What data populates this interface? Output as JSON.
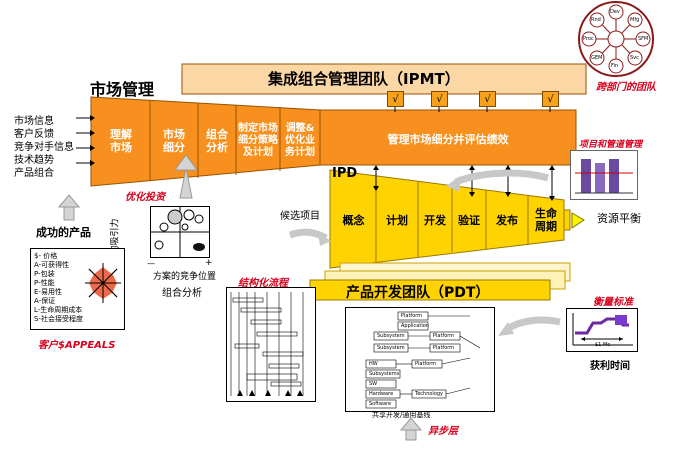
{
  "market": {
    "title": "市场管理",
    "inputs": [
      "市场信息",
      "客户反馈",
      "竞争对手信息",
      "技术趋势",
      "产品组合"
    ],
    "steps": [
      "理解\n市场",
      "市场\n细分",
      "组合\n分析",
      "制定市场\n细分策略\n及计划",
      "调整&\n优化业\n务计划"
    ],
    "band": "管理市场细分并评估绩效"
  },
  "ipmt": {
    "label": "集成组合管理团队（IPMT）",
    "checks": [
      "√",
      "√",
      "√",
      "√"
    ]
  },
  "cross_team": {
    "caption": "跨部门的团队",
    "wheel": [
      "Dev",
      "Mfg",
      "SFM",
      "Svc",
      "Fin",
      "GEM",
      "Proc",
      "Rnd"
    ]
  },
  "ipd": {
    "label": "IPD",
    "phases": [
      "概念",
      "计划",
      "开发",
      "验证",
      "发布",
      "生命\n周期"
    ]
  },
  "candidate": "候选项目",
  "pipeline": {
    "caption": "项目和管道管理",
    "balance": "资源平衡"
  },
  "invest": "优化投资",
  "matrix": {
    "ylabel": "市场划分的吸引力",
    "xlabel": "方案的竞争位置",
    "caption": "组合分析",
    "minus": "—",
    "plus": "+"
  },
  "success": "成功的产品",
  "appeals": {
    "items": [
      "$- 价格",
      "A-可获得性",
      "P-包装",
      "P-性能",
      "E-易用性",
      "A-保证",
      "L-生命周期成本",
      "S-社会接受程度"
    ],
    "caption": "客户$APPEALS"
  },
  "structured": "结构化流程",
  "pdt": "产品开发团队（PDT）",
  "tech": {
    "rows": [
      "Platform",
      "Application",
      "Subsystem",
      "Platform",
      "Subsystem",
      "Platform",
      "HW",
      "Platform",
      "Subsystems",
      "SW",
      "Hardware",
      "Technology",
      "Software"
    ],
    "footer": "共享开发/通用基线",
    "caption": "异步层"
  },
  "metrics": {
    "caption": "衡量标准",
    "time": "获利时间",
    "tick": "$1 Mo"
  }
}
